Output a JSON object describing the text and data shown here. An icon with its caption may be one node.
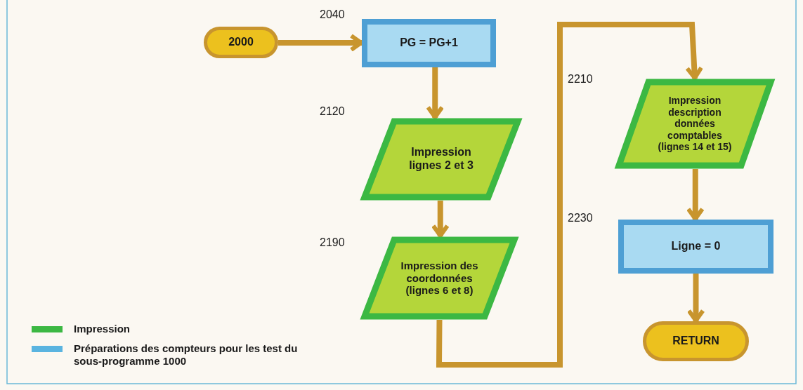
{
  "diagram": {
    "nodes": [
      {
        "text": [
          "2000"
        ]
      },
      {
        "text": [
          "PG = PG+1"
        ],
        "beside": [
          "2040"
        ]
      },
      {
        "text": [
          "Impression lignes 2 et 3"
        ],
        "beside": [
          "2120"
        ]
      },
      {
        "text": [
          "Impression des coordonnées (lignes 6 et 8)"
        ],
        "beside": [
          "2190"
        ]
      },
      {
        "text": [
          "Impression description données comptables (lignes 14 et 15)"
        ],
        "beside": [
          "2210"
        ]
      },
      {
        "text": [
          "Ligne = 0"
        ],
        "beside": [
          "2230"
        ]
      },
      {
        "text": [
          "RETURN"
        ]
      }
    ],
    "edges": [
      {
        "from": 0,
        "to": 1,
        "arrow": "to"
      },
      {
        "from": 1,
        "to": 2,
        "arrow": "to"
      },
      {
        "from": 2,
        "to": 3,
        "arrow": "to"
      },
      {
        "from": 3,
        "to": 4,
        "arrow": "to"
      },
      {
        "from": 4,
        "to": 5,
        "arrow": "to"
      },
      {
        "from": 5,
        "to": 6,
        "arrow": "to"
      }
    ],
    "legend": [
      {
        "text": "Impression",
        "color": "#3cb843"
      },
      {
        "text": "Préparations des compteurs pour les test du sous-programme 1000",
        "color": "#5ab4e0"
      }
    ]
  }
}
